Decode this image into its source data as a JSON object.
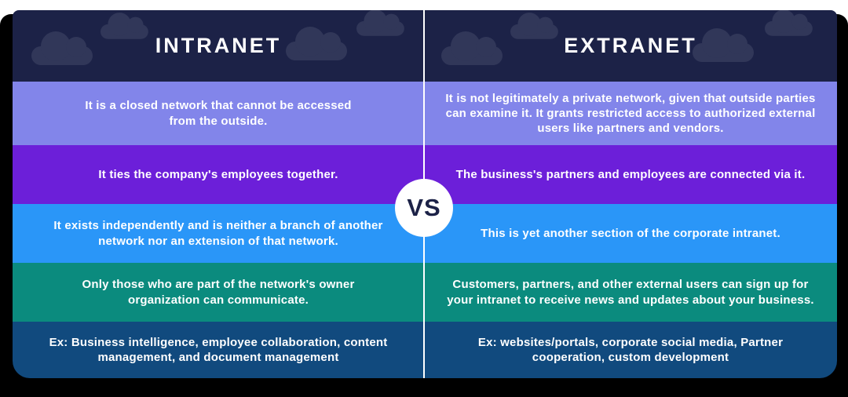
{
  "page": {
    "background": "#ffffff"
  },
  "card": {
    "shadow_color": "#000000",
    "divider_color": "#ffffff"
  },
  "header": {
    "left_title": "INTRANET",
    "right_title": "EXTRANET",
    "background": "#1c2247",
    "cloud_color": "#313759",
    "text_color": "#ffffff"
  },
  "vs_badge": {
    "label": "VS",
    "background": "#ffffff",
    "text_color": "#1c2247"
  },
  "rows": [
    {
      "color": "#8285ea",
      "intranet": "It is a closed network that cannot be accessed from the outside.",
      "extranet": "It is not legitimately a private network, given that outside parties can examine it. It grants restricted access to authorized external users like partners and vendors."
    },
    {
      "color": "#6c1fd9",
      "intranet": "It ties the company's employees together.",
      "extranet": "The business's partners and employees are connected via it."
    },
    {
      "color": "#2a96f8",
      "intranet": "It exists independently and is neither a branch of another network nor an extension of that network.",
      "extranet": "This is yet another section of the corporate intranet."
    },
    {
      "color": "#0b8b7e",
      "intranet": "Only those who are part of the network's owner organization can communicate.",
      "extranet": "Customers, partners, and other external users can sign up for your intranet to receive news and updates about your business."
    },
    {
      "color": "#114a7e",
      "intranet": "Ex: Business intelligence, employee collaboration, content management, and document management",
      "extranet": "Ex: websites/portals, corporate social media, Partner cooperation, custom development"
    }
  ]
}
